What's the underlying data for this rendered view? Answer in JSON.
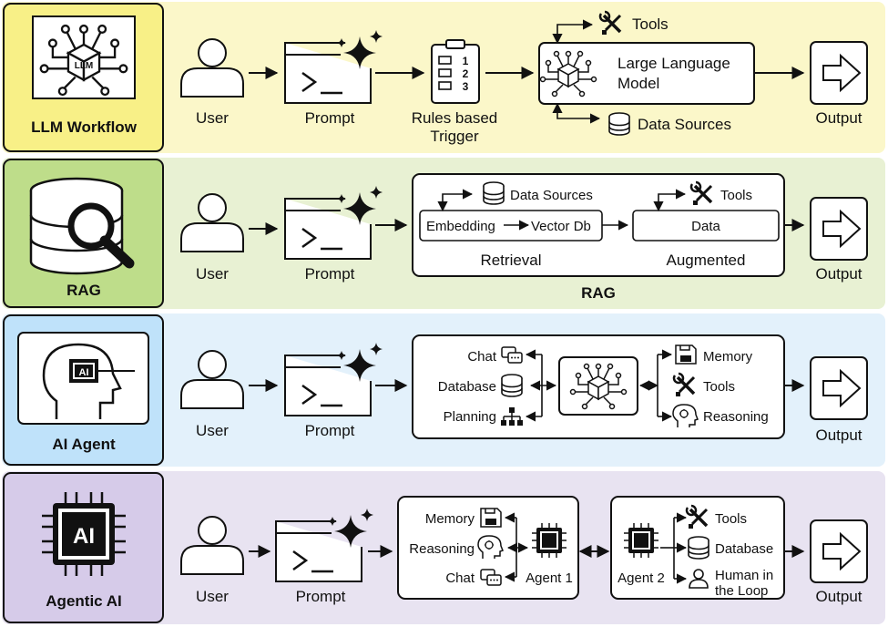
{
  "colors": {
    "row1_bg": "#fbf7c9",
    "row1_tile": "#f8f087",
    "row2_bg": "#e8f1d3",
    "row2_tile": "#bedd8a",
    "row3_bg": "#e3f1fb",
    "row3_tile": "#bfe2fa",
    "row4_bg": "#e8e3f1",
    "row4_tile": "#d6cbe9",
    "stroke": "#111111"
  },
  "rows": {
    "llm_workflow": {
      "title": "LLM Workflow",
      "user": "User",
      "prompt": "Prompt",
      "trigger_line1": "Rules based",
      "trigger_line2": "Trigger",
      "tools": "Tools",
      "llm_line1": "Large Language",
      "llm_line2": "Model",
      "data_sources": "Data Sources",
      "output": "Output",
      "trigger_list": [
        "1",
        "2",
        "3"
      ],
      "badge": "LLM"
    },
    "rag": {
      "title": "RAG",
      "user": "User",
      "prompt": "Prompt",
      "data_sources": "Data Sources",
      "tools": "Tools",
      "embedding": "Embedding",
      "vector_db": "Vector Db",
      "data": "Data",
      "retrieval": "Retrieval",
      "augmented": "Augmented",
      "group_label": "RAG",
      "output": "Output"
    },
    "ai_agent": {
      "title": "AI Agent",
      "user": "User",
      "prompt": "Prompt",
      "chat": "Chat",
      "database": "Database",
      "planning": "Planning",
      "memory": "Memory",
      "tools": "Tools",
      "reasoning": "Reasoning",
      "output": "Output",
      "badge": "AI"
    },
    "agentic_ai": {
      "title": "Agentic AI",
      "user": "User",
      "prompt": "Prompt",
      "memory": "Memory",
      "reasoning": "Reasoning",
      "chat": "Chat",
      "agent1": "Agent 1",
      "agent2": "Agent 2",
      "tools": "Tools",
      "database": "Database",
      "human_line1": "Human in",
      "human_line2": "the Loop",
      "output": "Output",
      "badge": "AI"
    }
  }
}
